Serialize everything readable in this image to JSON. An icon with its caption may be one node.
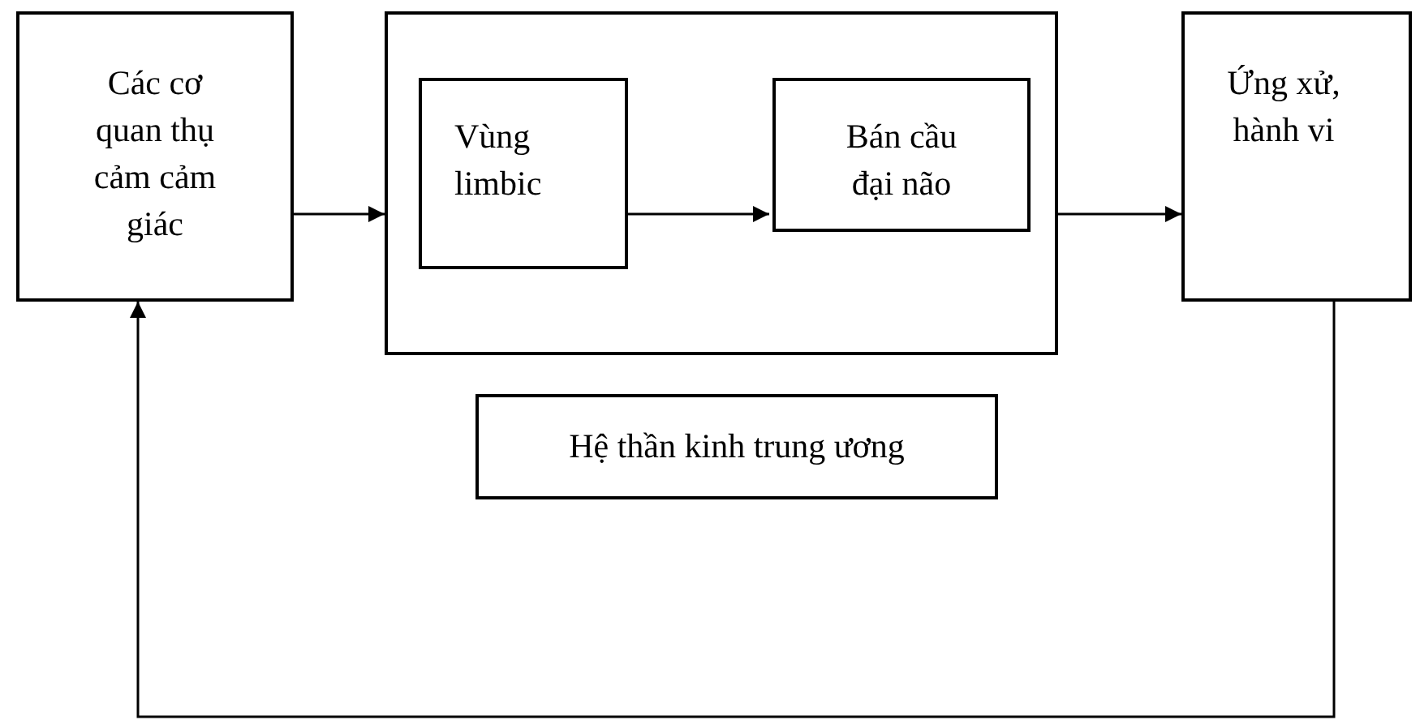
{
  "diagram": {
    "nodes": [
      {
        "text": [
          "Các cơ quan thụ cảm cảm giác"
        ]
      },
      {
        "text": [],
        "shape": "box"
      },
      {
        "text": [
          "Vùng limbic"
        ],
        "in": 1
      },
      {
        "text": [
          "Bán cầu đại não"
        ],
        "in": 1
      },
      {
        "text": [
          "Ứng xử, hành vi"
        ]
      },
      {
        "text": [
          "Hệ thần kinh trung ương"
        ]
      }
    ],
    "edges": [
      {
        "from": 0,
        "to": 1,
        "arrow": "to"
      },
      {
        "from": 2,
        "to": 3,
        "arrow": "to"
      },
      {
        "from": 1,
        "to": 4,
        "arrow": "to"
      },
      {
        "from": 4,
        "to": 0,
        "arrow": "to"
      }
    ]
  }
}
